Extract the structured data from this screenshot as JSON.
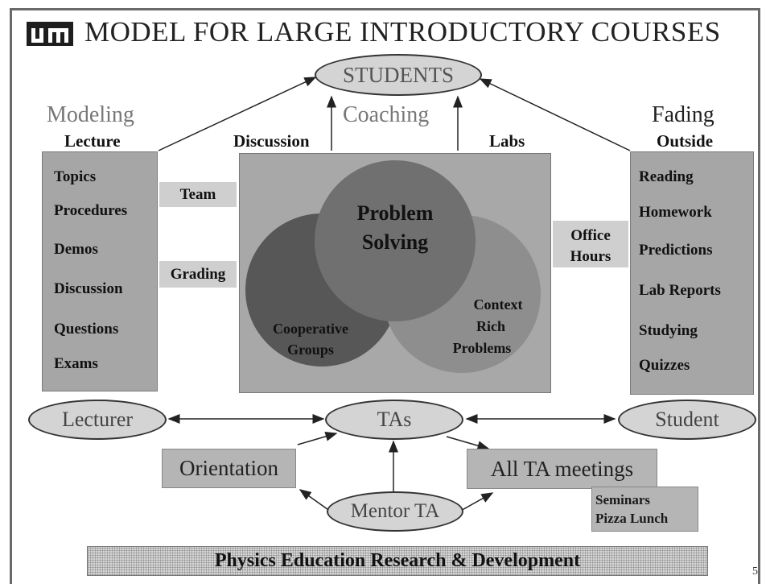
{
  "title": "MODEL FOR LARGE INTRODUCTORY COURSES",
  "logo_text": "UM",
  "students": "STUDENTS",
  "headings": {
    "modeling": "Modeling",
    "coaching": "Coaching",
    "fading": "Fading"
  },
  "subheadings": {
    "lecture": "Lecture",
    "discussion": "Discussion",
    "labs": "Labs",
    "outside": "Outside"
  },
  "lecture_items": [
    "Topics",
    "Procedures",
    "Demos",
    "Discussion",
    "Questions",
    "Exams"
  ],
  "outside_items": [
    "Reading",
    "Homework",
    "Predictions",
    "Lab Reports",
    "Studying",
    "Quizzes"
  ],
  "tags": {
    "team": "Team",
    "grading": "Grading",
    "office_hours_1": "Office",
    "office_hours_2": "Hours"
  },
  "circles": {
    "problem_solving_1": "Problem",
    "problem_solving_2": "Solving",
    "cooperative_1": "Cooperative",
    "cooperative_2": "Groups",
    "context_1": "Context",
    "context_2": "Rich",
    "context_3": "Problems"
  },
  "ovals": {
    "lecturer": "Lecturer",
    "tas": "TAs",
    "student": "Student",
    "mentor_ta": "Mentor TA"
  },
  "boxes": {
    "orientation": "Orientation",
    "all_ta_meetings": "All TA meetings",
    "seminars": "Seminars",
    "pizza_lunch": "Pizza Lunch"
  },
  "footer": "Physics Education Research & Development",
  "page_number": "5"
}
